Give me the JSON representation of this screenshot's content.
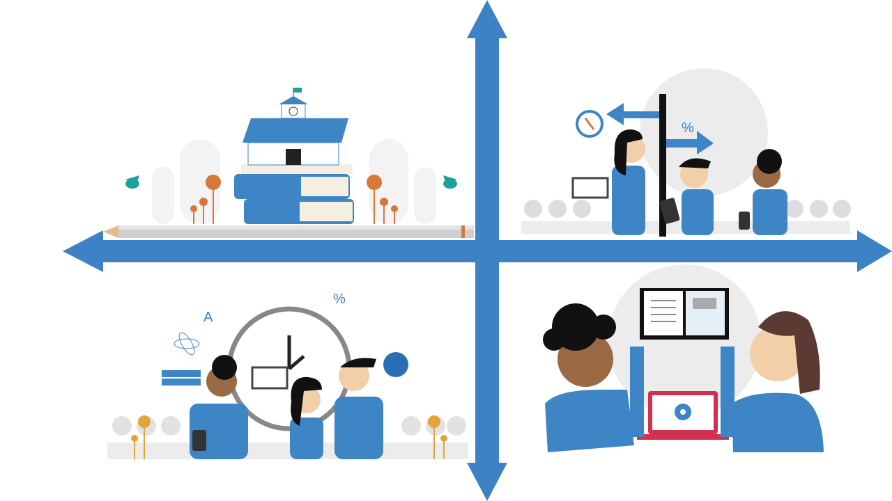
{
  "colors": {
    "axis": "#3c82c4",
    "shirt": "#3e85c6",
    "skin_light": "#f2cfa6",
    "skin_dark": "#9a6a45",
    "hair": "#111111",
    "hair_brown": "#5a3a33",
    "orange": "#d9773a",
    "teal": "#1aa39a",
    "grey_bg": "#ececec",
    "laptop_red": "#d1304f"
  },
  "glyphs": {
    "letter": "A",
    "percent_q2": "%",
    "percent_q3": "%"
  },
  "quadrants": [
    "school-on-books",
    "direction-choice",
    "learning-time",
    "shared-devices"
  ]
}
